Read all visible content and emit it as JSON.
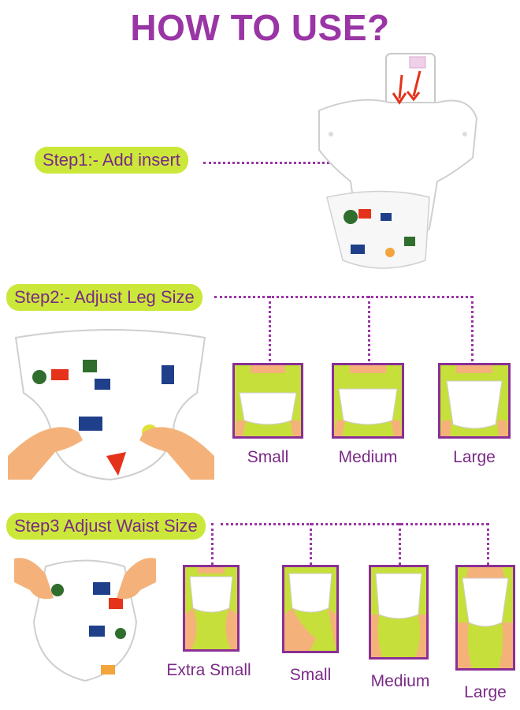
{
  "colors": {
    "title": "#9a35a5",
    "step_bg": "#cbe83a",
    "step_text": "#7a2a86",
    "dots": "#9a35a5",
    "box_border": "#8a2f95",
    "box_fill": "#c7df3a",
    "size_text": "#7a2a86",
    "skin": "#f4b27a",
    "diaper": "#ffffff",
    "arrow": "#e4321b"
  },
  "title": "HOW TO USE?",
  "step1": {
    "label": "Step1:- Add insert"
  },
  "step2": {
    "label": "Step2:- Adjust Leg Size",
    "sizes": [
      "Small",
      "Medium",
      "Large"
    ]
  },
  "step3": {
    "label": "Step3 Adjust Waist Size",
    "sizes": [
      "Extra Small",
      "Small",
      "Medium",
      "Large"
    ]
  },
  "icons": {
    "insert_diaper": "diaper-insert-icon",
    "open_diaper": "open-diaper-with-hands-icon",
    "closed_diaper": "closed-diaper-with-hands-icon",
    "baby_legs": "baby-legs-diaper-icon"
  }
}
